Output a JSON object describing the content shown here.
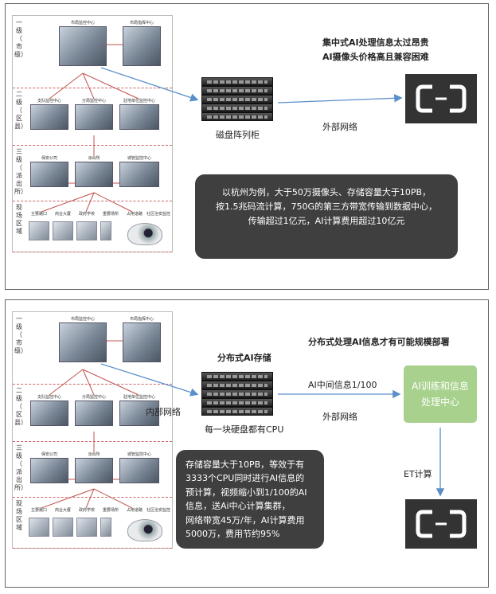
{
  "top_panel": {
    "server_caption": "磁盘阵列柜",
    "network_label": "外部网络",
    "headline_line1": "集中式AI处理信息太过昂贵",
    "headline_line2": "AI摄像头价格高且兼容困难",
    "callout_lines": [
      "以杭州为例，大于50万摄像头、存储容量大于10PB，",
      "按1.5兆码流计算，750G的第三方带宽传输到数据中心，",
      "传输超过1亿元，AI计算费用超过10亿元"
    ]
  },
  "bottom_panel": {
    "storage_title": "分布式AI存储",
    "server_caption": "每一块硬盘都有CPU",
    "internal_network_label": "内部网络",
    "ai_info_label": "AI中间信息1/100",
    "external_network_label": "外部网络",
    "headline": "分布式处理AI信息才有可能规模部署",
    "green_box_line1": "AI训练和信息",
    "green_box_line2": "处理中心",
    "et_label": "ET计算",
    "callout_lines": [
      "存储容量大于10PB，等效于有",
      "3333个CPU同时进行AI信息的",
      "预计算，视频缩小到1/100的AI",
      "信息，送Ai中心计算集群，",
      "网络带宽45万/年，AI计算费用",
      "5000万，费用节约95%"
    ]
  },
  "tree": {
    "tier1_label": "一级（市级）",
    "tier2_label": "二级（区县）",
    "tier3_label": "三级（派出所）",
    "tier4_label": "现场区域",
    "top_left_caption": "市局监控中心",
    "top_right_caption": "市局指挥中心",
    "mid_captions": [
      "支队监控中心",
      "分局监控中心",
      "驻地单位监控中心"
    ],
    "third_captions": [
      "保安公司",
      "派出所",
      "城管监控中心"
    ],
    "field_captions": [
      "主要路口",
      "商业大厦",
      "政府学校",
      "重要场所",
      "占用道路",
      "社区治安监控"
    ]
  },
  "colors": {
    "arrow_blue": "#5a8fc9",
    "arrow_red": "#c0504d",
    "callout_bg": "#3f3f3f",
    "green_box": "#a8d18d",
    "logo_bg": "#333333"
  }
}
